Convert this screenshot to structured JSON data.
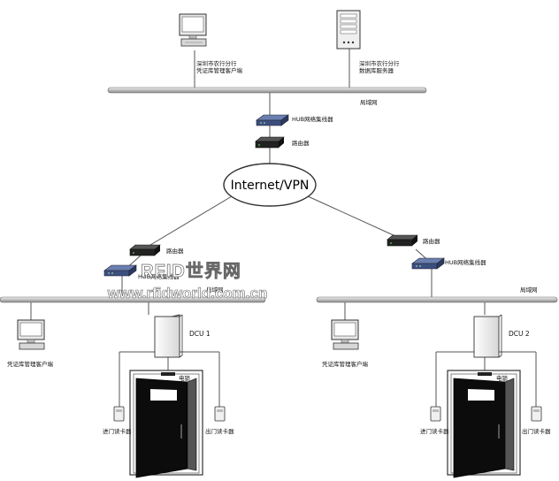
{
  "labels": {
    "top_client": [
      "深圳市农行分行",
      "凭证库管理客户端"
    ],
    "top_server": [
      "深圳市农行分行",
      "数据库服务器"
    ],
    "lan_top": "局域网",
    "hub_top": "HUB网络集线器",
    "router_top": "路由器",
    "internet": "Internet/VPN",
    "router_left": "路由器",
    "hub_left": "HUB网络集线器",
    "lan_left": "局域网",
    "router_right": "路由器",
    "hub_right": "HUB网络集线器",
    "lan_right": "局域网",
    "client_left": "凭证库管理客户端",
    "client_right": "凭证库管理客户端",
    "dcu1": "DCU 1",
    "dcu2": "DCU 2",
    "lock_left": "电锁",
    "lock_right": "电锁",
    "entry_reader_left": "进门读卡器",
    "exit_reader_left": "出门读卡器",
    "entry_reader_right": "进门读卡器",
    "exit_reader_right": "出门读卡器"
  },
  "watermark": {
    "line1": "RFID世界网",
    "line2": "www.rfidworld.com.cn"
  },
  "colors": {
    "line": "#555555",
    "door": "#111111",
    "device": "#2a2a2a"
  },
  "icons": [
    "desktop-computer-icon",
    "server-tower-icon",
    "network-hub-icon",
    "router-icon",
    "cloud-icon",
    "dcu-controller-icon",
    "door-icon",
    "card-reader-icon"
  ]
}
